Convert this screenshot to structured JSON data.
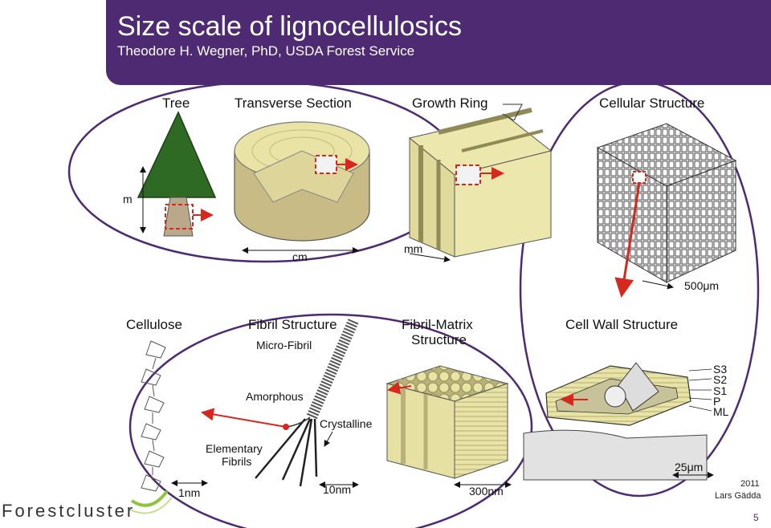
{
  "header": {
    "title": "Size scale of lignocellulosics",
    "subtitle": "Theodore H. Wegner, PhD, USDA Forest Service"
  },
  "top_labels": {
    "tree": "Tree",
    "transverse": "Transverse Section",
    "growth_ring": "Growth Ring",
    "cellular": "Cellular Structure"
  },
  "scales": {
    "m": "m",
    "cm": "cm",
    "mm": "mm",
    "um500": "500μm",
    "nm1": "1nm",
    "nm10": "10nm",
    "nm300": "300nm",
    "um25": "25μm"
  },
  "bottom_labels": {
    "cellulose": "Cellulose",
    "fibril": "Fibril Structure",
    "microfibril": "Micro-Fibril",
    "amorphous": "Amorphous",
    "crystalline": "Crystalline",
    "elementary_1": "Elementary",
    "elementary_2": "Fibrils",
    "matrix_1": "Fibril-Matrix",
    "matrix_2": "Structure",
    "cellwall": "Cell Wall Structure"
  },
  "wall_layers": [
    "S3",
    "S2",
    "S1",
    "P",
    "ML"
  ],
  "footer": {
    "brand_a": "Forest",
    "brand_b": "cluster",
    "credit_year": "2011",
    "credit_name": "Lars Gädda",
    "page": "5"
  },
  "colors": {
    "header_bg": "#4e2a72",
    "ellipse": "#4e2a72",
    "arrow": "#d6281e",
    "tree_green": "#2f6a25",
    "wood": "#e9e4a6",
    "wood_dark": "#b5ae6a",
    "brand_green": "#8cc63f"
  }
}
